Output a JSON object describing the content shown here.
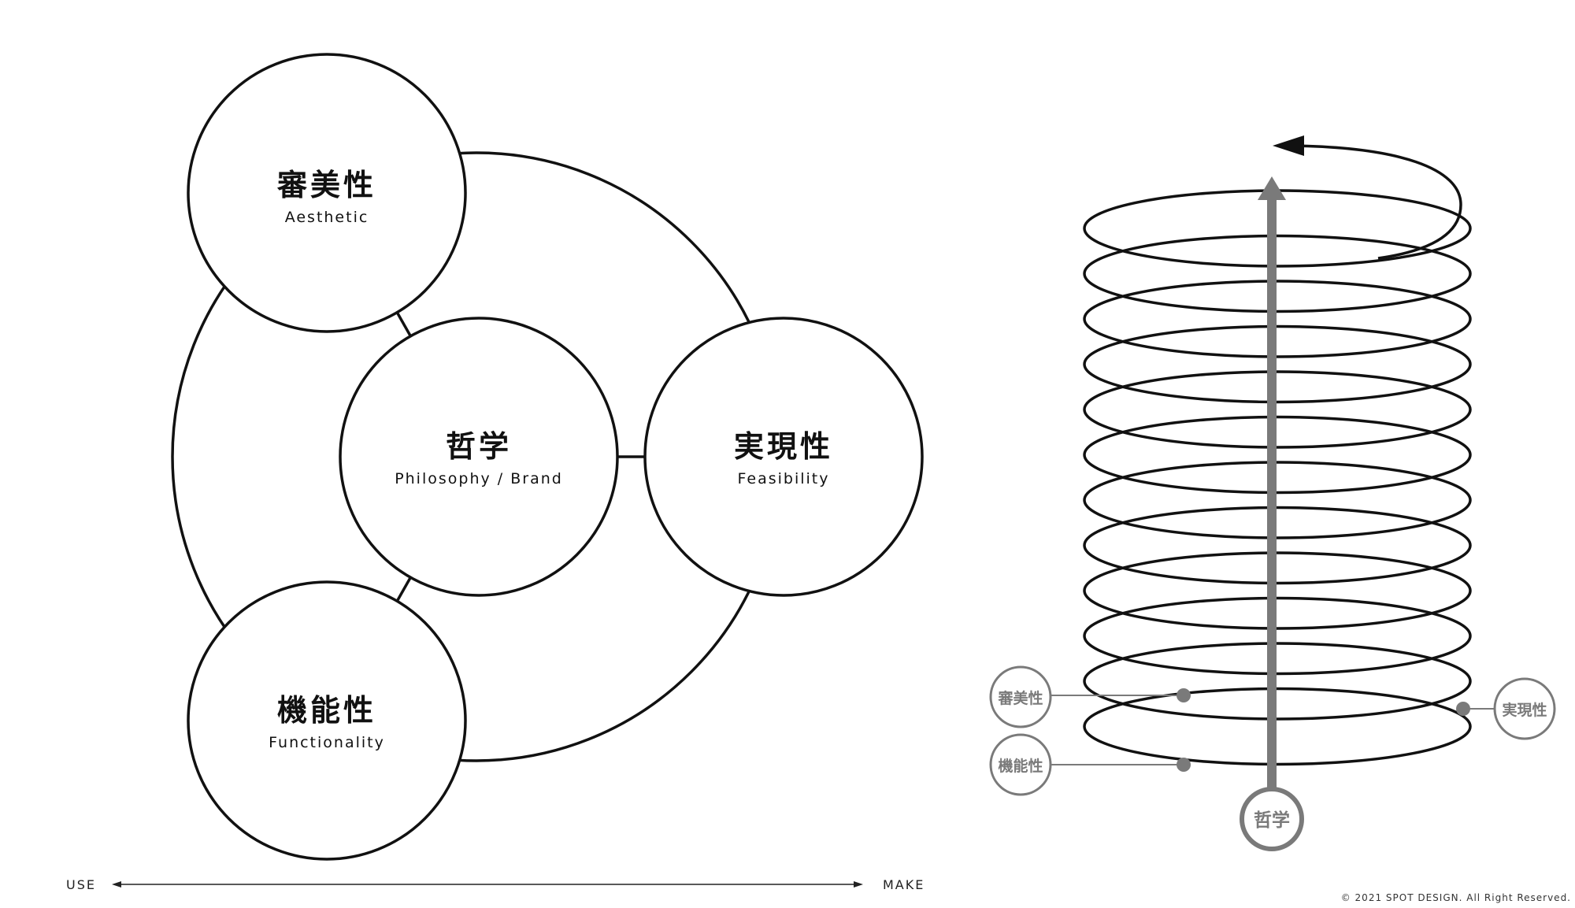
{
  "venn": {
    "center": {
      "title": "哲学",
      "subtitle": "Philosophy / Brand"
    },
    "top_left": {
      "title": "審美性",
      "subtitle": "Aesthetic"
    },
    "right": {
      "title": "実現性",
      "subtitle": "Feasibility"
    },
    "bottom_left": {
      "title": "機能性",
      "subtitle": "Functionality"
    }
  },
  "axis": {
    "left_label": "USE",
    "right_label": "MAKE"
  },
  "spiral": {
    "aesthetic_label": "審美性",
    "functionality_label": "機能性",
    "feasibility_label": "実現性",
    "philosophy_label": "哲学"
  },
  "footer": {
    "copyright": "© 2021 SPOT DESIGN. All Right Reserved."
  },
  "colors": {
    "line": "#111111",
    "grey": "#7a7a7a"
  }
}
